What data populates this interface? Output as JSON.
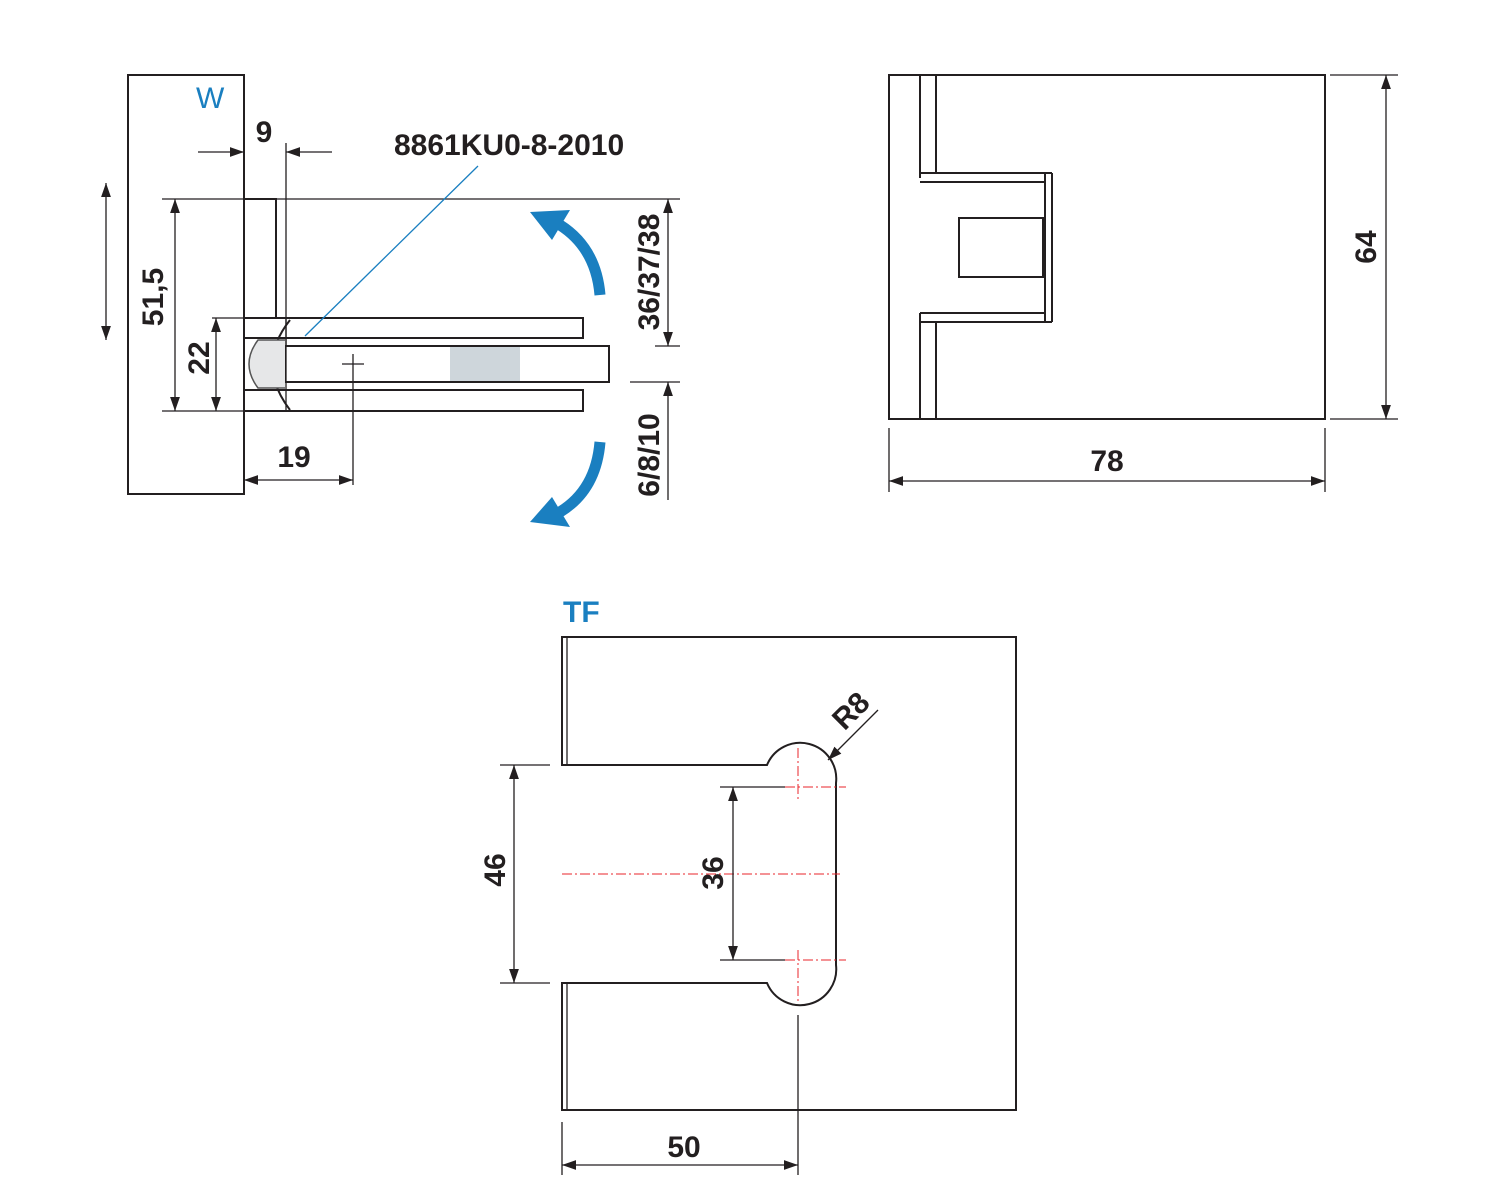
{
  "side_view": {
    "wall_label": "W",
    "dim_gap": "9",
    "part_number": "8861KU0-8-2010",
    "dim_height": "51,5",
    "dim_center": "22",
    "dim_offset": "19",
    "dim_upper": "36/37/38",
    "dim_lower": "6/8/10"
  },
  "front_view": {
    "dim_height": "64",
    "dim_width": "78"
  },
  "glass_cutout": {
    "label": "TF",
    "radius": "R8",
    "dim_slot": "46",
    "dim_holes": "36",
    "dim_depth": "50"
  },
  "colors": {
    "accent": "#1a7fc0",
    "glass_light": "#ffffff",
    "glass_dark": "#8dd9f3",
    "wall": "#d9d9db",
    "centerline": "#e8262b"
  }
}
